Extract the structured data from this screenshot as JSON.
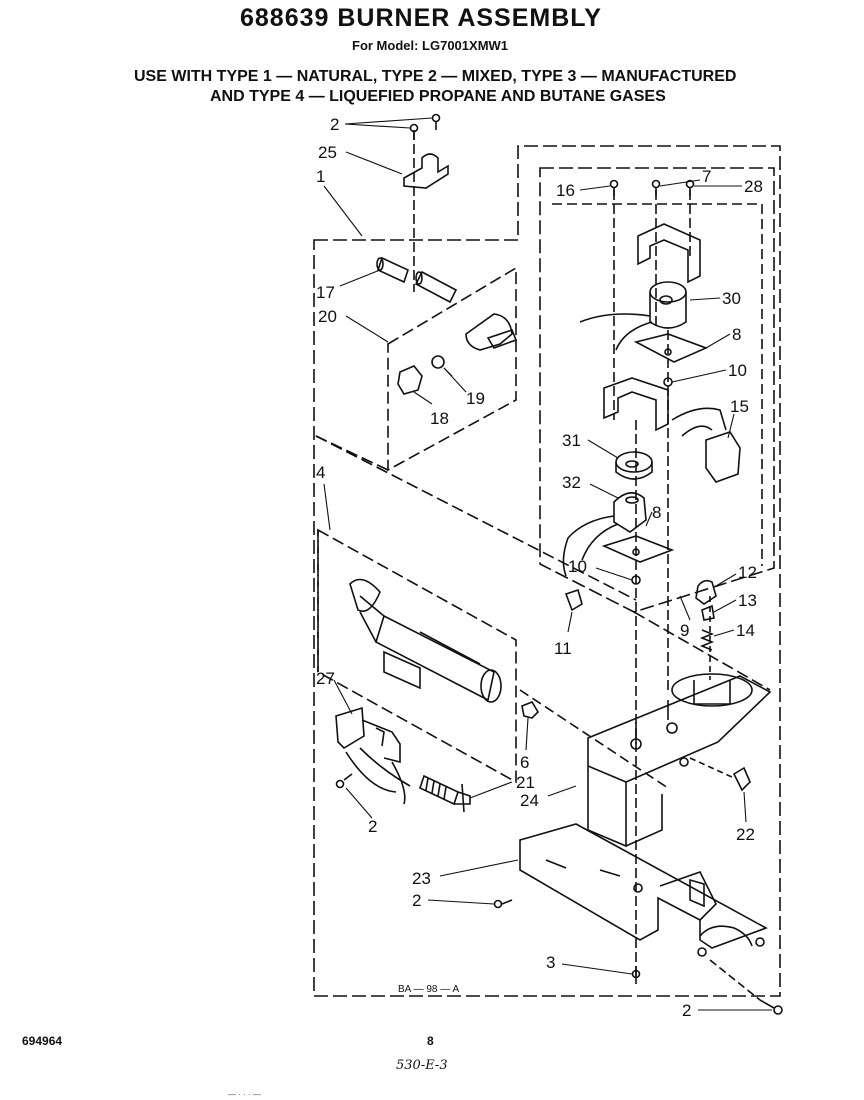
{
  "header": {
    "title": "688639 BURNER ASSEMBLY",
    "model": "For Model: LG7001XMW1",
    "use_line_1": "USE WITH TYPE 1 — NATURAL, TYPE 2 — MIXED, TYPE 3 — MANUFACTURED",
    "use_line_2": "AND TYPE 4 — LIQUEFIED PROPANE AND BUTANE GASES"
  },
  "callouts": {
    "c1": "1",
    "c2a": "2",
    "c2b": "2",
    "c2c": "2",
    "c2d": "2",
    "c3": "3",
    "c4": "4",
    "c6": "6",
    "c7": "7",
    "c8a": "8",
    "c8b": "8",
    "c9": "9",
    "c10a": "10",
    "c10b": "10",
    "c11": "11",
    "c12": "12",
    "c13": "13",
    "c14": "14",
    "c15": "15",
    "c16": "16",
    "c17": "17",
    "c18": "18",
    "c19": "19",
    "c20": "20",
    "c21": "21",
    "c22": "22",
    "c23": "23",
    "c24": "24",
    "c25": "25",
    "c27": "27",
    "c28": "28",
    "c30": "30",
    "c31": "31",
    "c32": "32"
  },
  "drawing_code": "BA — 98 — A",
  "footer": {
    "doc_number": "694964",
    "page": "8",
    "handwritten": "530-E-3",
    "corner_mark": "— · · · —"
  }
}
